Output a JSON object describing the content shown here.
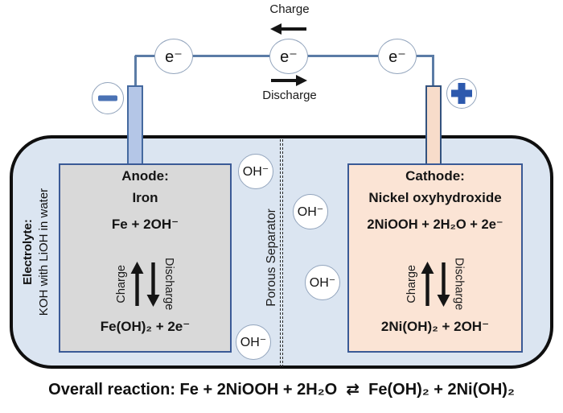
{
  "circuit": {
    "charge_label": "Charge",
    "discharge_label": "Discharge",
    "electrons": [
      "e⁻",
      "e⁻",
      "e⁻"
    ]
  },
  "terminals": {
    "negative_symbol": "−",
    "positive_symbol": "+"
  },
  "electrolyte": {
    "title": "Electrolyte:",
    "description": "KOH with LiOH in water"
  },
  "separator": {
    "label": "Porous Separator"
  },
  "anode": {
    "title": "Anode:",
    "material": "Iron",
    "charged_state": "Fe + 2OH⁻",
    "discharged_state": "Fe(OH)₂ + 2e⁻",
    "charge_label": "Charge",
    "discharge_label": "Discharge"
  },
  "cathode": {
    "title": "Cathode:",
    "material": "Nickel oxyhydroxide",
    "charged_state": "2NiOOH + 2H₂O + 2e⁻",
    "discharged_state": "2Ni(OH)₂ + 2OH⁻",
    "charge_label": "Charge",
    "discharge_label": "Discharge"
  },
  "ions": {
    "labels": [
      "OH⁻",
      "OH⁻",
      "OH⁻",
      "OH⁻"
    ]
  },
  "overall_reaction": "Overall reaction: Fe + 2NiOOH + 2H₂O  ⇄  Fe(OH)₂ + 2Ni(OH)₂",
  "colors": {
    "container_fill": "#dbe5f1",
    "anode_fill": "#d9d9d9",
    "cathode_fill": "#fbe4d5",
    "box_border": "#3a5a96",
    "wire": "#5b7ca6",
    "neg_terminal_fill": "#b4c6e7",
    "pos_terminal_fill": "#f7dcca",
    "plus_color": "#2d59ad",
    "minus_color": "#4a72b4"
  }
}
